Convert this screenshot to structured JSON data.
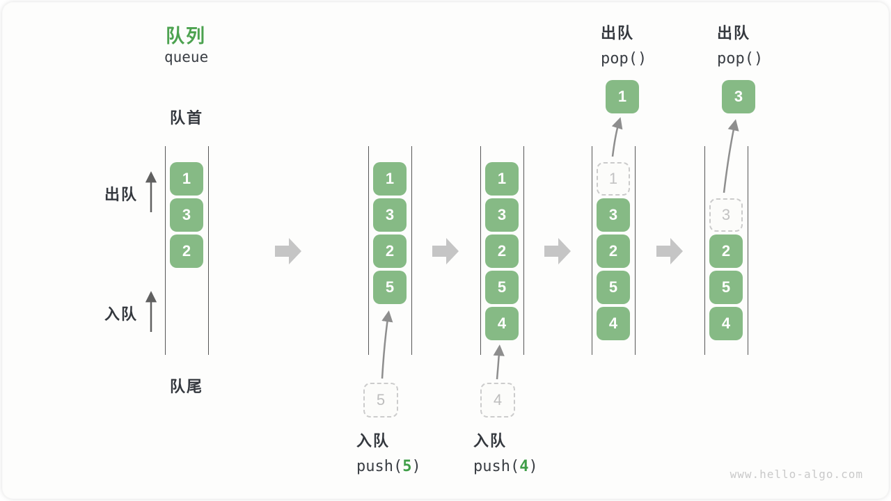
{
  "title": {
    "heading": "队列",
    "subtitle": "queue"
  },
  "side_labels": {
    "front": "队首",
    "rear": "队尾",
    "dequeue": "出队",
    "enqueue": "入队"
  },
  "queue_states": [
    {
      "cells": [
        {
          "value": "1",
          "row": 0,
          "ghost": false
        },
        {
          "value": "3",
          "row": 1,
          "ghost": false
        },
        {
          "value": "2",
          "row": 2,
          "ghost": false
        }
      ]
    },
    {
      "cells": [
        {
          "value": "1",
          "row": 0,
          "ghost": false
        },
        {
          "value": "3",
          "row": 1,
          "ghost": false
        },
        {
          "value": "2",
          "row": 2,
          "ghost": false
        },
        {
          "value": "5",
          "row": 3,
          "ghost": false
        }
      ]
    },
    {
      "cells": [
        {
          "value": "1",
          "row": 0,
          "ghost": false
        },
        {
          "value": "3",
          "row": 1,
          "ghost": false
        },
        {
          "value": "2",
          "row": 2,
          "ghost": false
        },
        {
          "value": "5",
          "row": 3,
          "ghost": false
        },
        {
          "value": "4",
          "row": 4,
          "ghost": false
        }
      ]
    },
    {
      "cells": [
        {
          "value": "1",
          "row": 0,
          "ghost": true
        },
        {
          "value": "3",
          "row": 1,
          "ghost": false
        },
        {
          "value": "2",
          "row": 2,
          "ghost": false
        },
        {
          "value": "5",
          "row": 3,
          "ghost": false
        },
        {
          "value": "4",
          "row": 4,
          "ghost": false
        }
      ]
    },
    {
      "cells": [
        {
          "value": "3",
          "row": 1,
          "ghost": true
        },
        {
          "value": "2",
          "row": 2,
          "ghost": false
        },
        {
          "value": "5",
          "row": 3,
          "ghost": false
        },
        {
          "value": "4",
          "row": 4,
          "ghost": false
        }
      ]
    }
  ],
  "operations": {
    "push_5": {
      "label": "入队",
      "code_pre": "push(",
      "arg": "5",
      "code_post": ")",
      "staging_value": "5"
    },
    "push_4": {
      "label": "入队",
      "code_pre": "push(",
      "arg": "4",
      "code_post": ")",
      "staging_value": "4"
    },
    "pop_1": {
      "label": "出队",
      "code": "pop()",
      "result_value": "1"
    },
    "pop_3": {
      "label": "出队",
      "code": "pop()",
      "result_value": "3"
    }
  },
  "watermark": "www.hello-algo.com",
  "colors": {
    "box_green": "#86BA85",
    "title_green": "#4CA24F",
    "arg_green": "#3F9E47",
    "dark_text": "#34383E",
    "block_arrow_gray": "#C5C5C5",
    "thin_arrow_gray": "#8E8E8E",
    "dark_arrow": "#606060",
    "ghost_border": "#CBCBCB",
    "column_line": "#565656",
    "watermark_gray": "#C9C9C9"
  }
}
